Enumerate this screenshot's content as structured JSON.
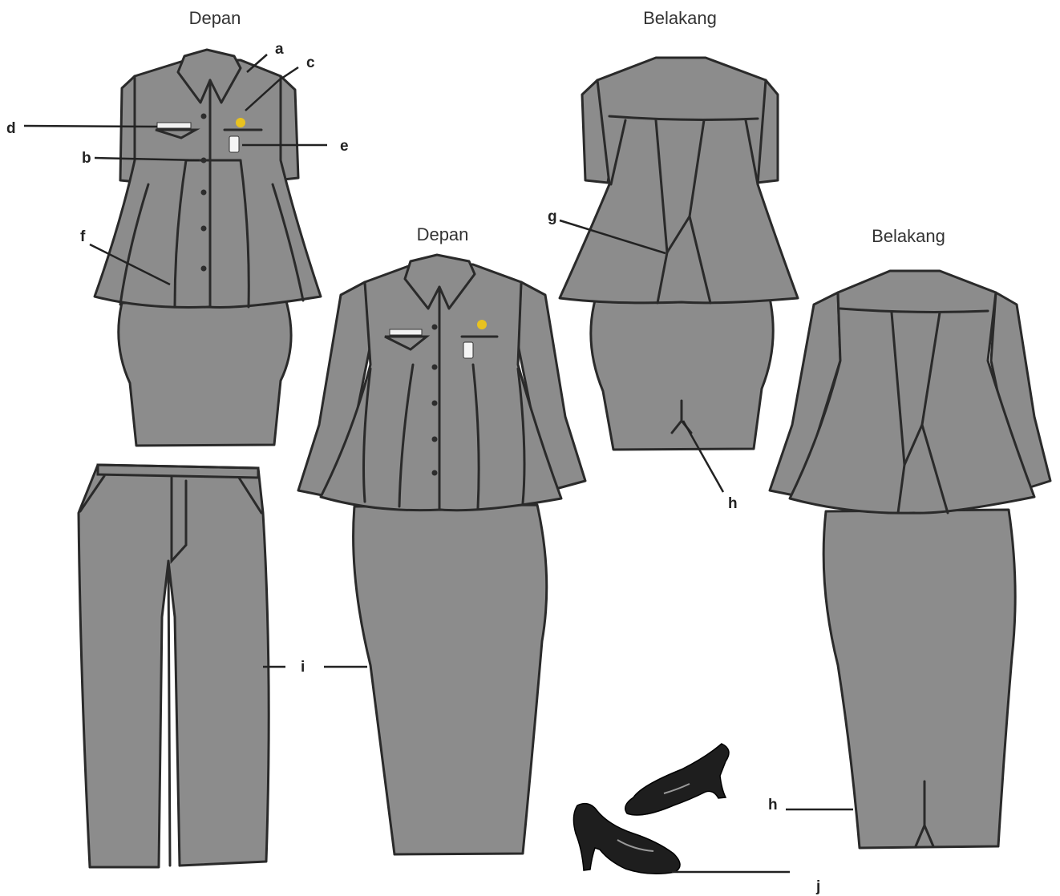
{
  "view_titles": {
    "front_short": "Depan",
    "back_short": "Belakang",
    "front_long": "Depan",
    "back_long": "Belakang"
  },
  "callouts": {
    "a": "a",
    "b": "b",
    "c": "c",
    "d": "d",
    "e": "e",
    "f": "f",
    "g": "g",
    "h_top": "h",
    "h_bottom": "h",
    "i": "i",
    "j": "j"
  },
  "colors": {
    "fabric": "#8c8c8c",
    "outline": "#2a2a2a",
    "badge": "#e8c21f",
    "shoe": "#1e1e1e"
  }
}
